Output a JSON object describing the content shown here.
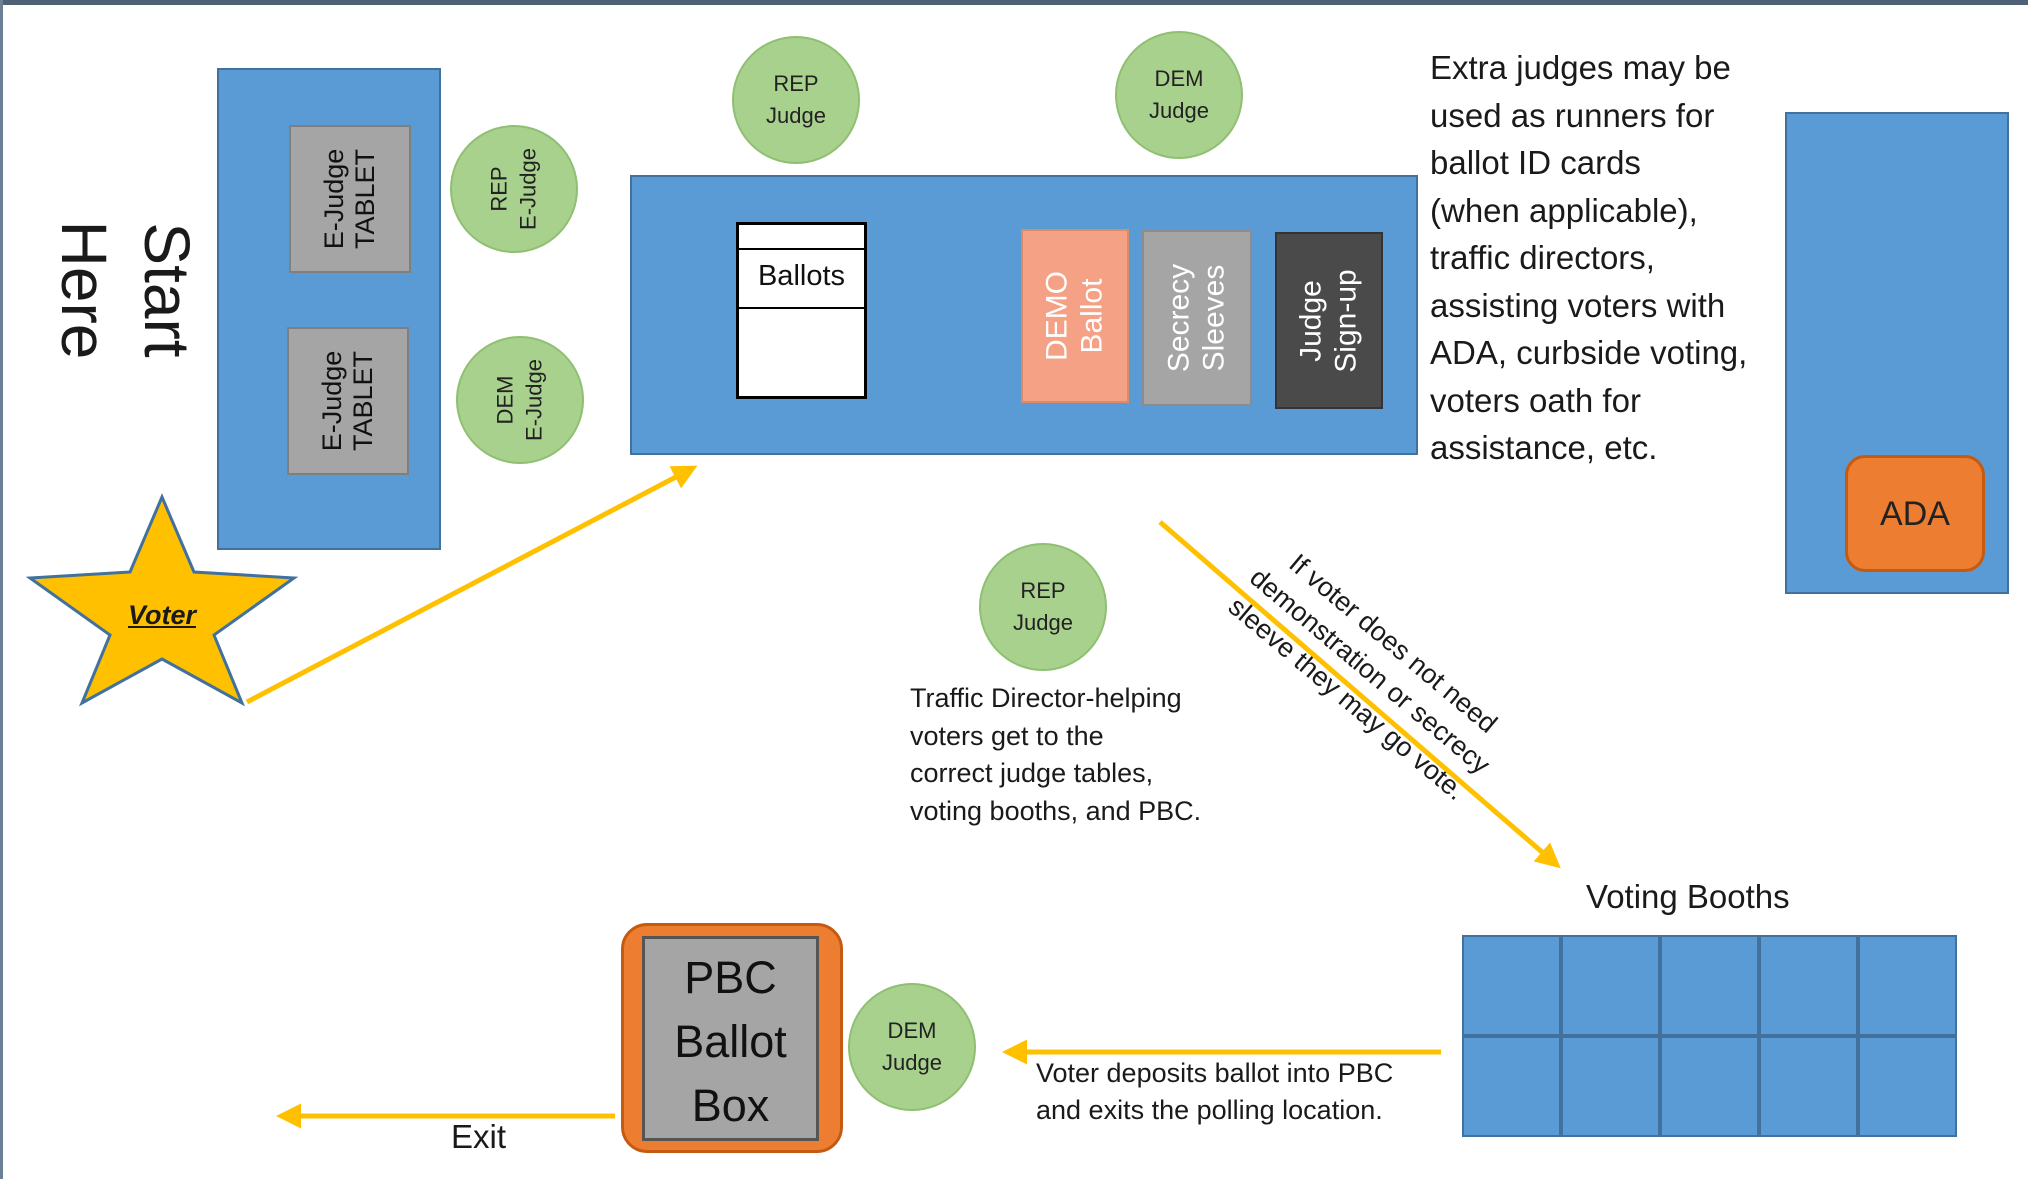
{
  "start": {
    "line1": "Start",
    "line2": "Here"
  },
  "etablet_1": {
    "line1": "E-Judge",
    "line2": "TABLET"
  },
  "etablet_2": {
    "line1": "E-Judge",
    "line2": "TABLET"
  },
  "rep_ejudge": {
    "line1": "REP",
    "line2": "E-Judge"
  },
  "dem_ejudge": {
    "line1": "DEM",
    "line2": "E-Judge"
  },
  "rep_judge_top": {
    "line1": "REP",
    "line2": "Judge"
  },
  "dem_judge_top": {
    "line1": "DEM",
    "line2": "Judge"
  },
  "rep_judge_mid": {
    "line1": "REP",
    "line2": "Judge"
  },
  "dem_judge_bottom": {
    "line1": "DEM",
    "line2": "Judge"
  },
  "ballots_label": "Ballots",
  "demo_ballot": {
    "line1": "DEMO",
    "line2": "Ballot"
  },
  "secrecy_sleeves": {
    "line1": "Secrecy",
    "line2": "Sleeves"
  },
  "judge_signup": {
    "line1": "Judge",
    "line2": "Sign-up"
  },
  "extra_judges_note": [
    "Extra judges may be",
    "used as runners for",
    "ballot ID cards",
    "(when applicable),",
    "traffic directors,",
    "assisting voters with",
    "ADA, curbside voting,",
    "voters oath for",
    "assistance, etc."
  ],
  "ada_label": "ADA",
  "voter_label": "Voter",
  "skip_note": [
    "If voter does not need",
    "demonstration or secrecy",
    "sleeve they may go vote."
  ],
  "traffic_note": [
    "Traffic Director-helping",
    "voters get to the",
    "correct judge tables,",
    "voting booths, and PBC."
  ],
  "voting_booths_label": "Voting Booths",
  "deposit_note": [
    "Voter deposits ballot into PBC",
    "and exits the polling location."
  ],
  "pbc_box": {
    "line1": "PBC",
    "line2": "Ballot",
    "line3": "Box"
  },
  "exit_label": "Exit",
  "colors": {
    "table_blue": "#5b9bd5",
    "judge_green": "#a9d18e",
    "arrow_yellow": "#ffc000",
    "demo_salmon": "#f4a185",
    "ada_orange": "#ed7d31",
    "signup_dark": "#4a4a4a"
  }
}
